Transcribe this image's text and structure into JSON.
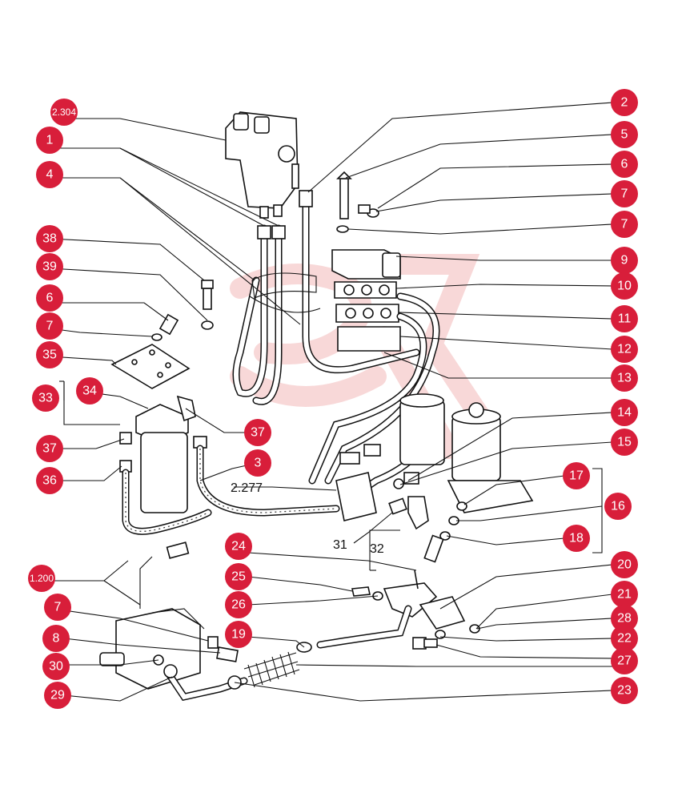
{
  "callouts": [
    {
      "id": "c-2304",
      "label": "2.304"
    },
    {
      "id": "c-1",
      "label": "1"
    },
    {
      "id": "c-4",
      "label": "4"
    },
    {
      "id": "c-38",
      "label": "38"
    },
    {
      "id": "c-39",
      "label": "39"
    },
    {
      "id": "c-6a",
      "label": "6"
    },
    {
      "id": "c-7a",
      "label": "7"
    },
    {
      "id": "c-35",
      "label": "35"
    },
    {
      "id": "c-34",
      "label": "34"
    },
    {
      "id": "c-33",
      "label": "33"
    },
    {
      "id": "c-37a",
      "label": "37"
    },
    {
      "id": "c-36",
      "label": "36"
    },
    {
      "id": "c-37b",
      "label": "37"
    },
    {
      "id": "c-3",
      "label": "3"
    },
    {
      "id": "c-2",
      "label": "2"
    },
    {
      "id": "c-5",
      "label": "5"
    },
    {
      "id": "c-6b",
      "label": "6"
    },
    {
      "id": "c-7b",
      "label": "7"
    },
    {
      "id": "c-7c",
      "label": "7"
    },
    {
      "id": "c-9",
      "label": "9"
    },
    {
      "id": "c-10",
      "label": "10"
    },
    {
      "id": "c-11",
      "label": "11"
    },
    {
      "id": "c-12",
      "label": "12"
    },
    {
      "id": "c-13",
      "label": "13"
    },
    {
      "id": "c-14",
      "label": "14"
    },
    {
      "id": "c-15",
      "label": "15"
    },
    {
      "id": "c-17",
      "label": "17"
    },
    {
      "id": "c-16",
      "label": "16"
    },
    {
      "id": "c-18",
      "label": "18"
    },
    {
      "id": "c-24",
      "label": "24"
    },
    {
      "id": "c-25",
      "label": "25"
    },
    {
      "id": "c-26",
      "label": "26"
    },
    {
      "id": "c-1200",
      "label": "1.200"
    },
    {
      "id": "c-7d",
      "label": "7"
    },
    {
      "id": "c-8",
      "label": "8"
    },
    {
      "id": "c-30",
      "label": "30"
    },
    {
      "id": "c-29",
      "label": "29"
    },
    {
      "id": "c-19",
      "label": "19"
    },
    {
      "id": "c-20",
      "label": "20"
    },
    {
      "id": "c-21",
      "label": "21"
    },
    {
      "id": "c-28",
      "label": "28"
    },
    {
      "id": "c-22",
      "label": "22"
    },
    {
      "id": "c-27",
      "label": "27"
    },
    {
      "id": "c-23",
      "label": "23"
    }
  ],
  "plain_labels": {
    "ref_2277": "2.277",
    "label_31": "31",
    "label_32": "32"
  },
  "colors": {
    "callout_fill": "#d81e3a",
    "callout_text": "#ffffff",
    "line": "#111111",
    "watermark": "#f3b8b8"
  }
}
